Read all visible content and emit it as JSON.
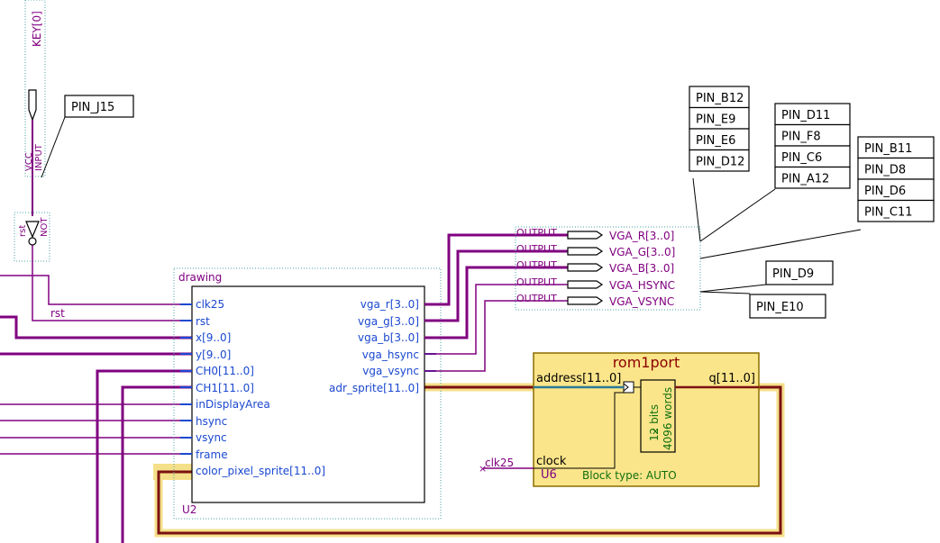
{
  "colors": {
    "wire": "#800080",
    "bus": "#6a0080",
    "port": "#1a48d0",
    "highlight": "#f5e08a",
    "rom_fill": "#fbe58a",
    "rom_border": "#8b6d00",
    "selected_bus": "#7a1010",
    "dotted": "#4aa0a0"
  },
  "key_input": {
    "name": "KEY[0]",
    "vcc": "VCC",
    "type": "INPUT",
    "pin": "PIN_J15"
  },
  "not_gate": {
    "name": "rst",
    "type": "NOT"
  },
  "wire_labels": {
    "rst": "rst",
    "clk25": "clk25"
  },
  "drawing": {
    "title": "drawing",
    "instance": "U2",
    "inputs": [
      "clk25",
      "rst",
      "x[9..0]",
      "y[9..0]",
      "CH0[11..0]",
      "CH1[11..0]",
      "inDisplayArea",
      "hsync",
      "vsync",
      "frame",
      "color_pixel_sprite[11..0]"
    ],
    "outputs": [
      "vga_r[3..0]",
      "vga_g[3..0]",
      "vga_b[3..0]",
      "vga_hsync",
      "vga_vsync",
      "adr_sprite[11..0]"
    ]
  },
  "outputs": [
    {
      "type": "OUTPUT",
      "name": "VGA_R[3..0]"
    },
    {
      "type": "OUTPUT",
      "name": "VGA_G[3..0]"
    },
    {
      "type": "OUTPUT",
      "name": "VGA_B[3..0]"
    },
    {
      "type": "OUTPUT",
      "name": "VGA_HSYNC"
    },
    {
      "type": "OUTPUT",
      "name": "VGA_VSYNC"
    }
  ],
  "pin_groups": {
    "r": [
      "PIN_B12",
      "PIN_E9",
      "PIN_E6",
      "PIN_D12"
    ],
    "g": [
      "PIN_D11",
      "PIN_F8",
      "PIN_C6",
      "PIN_A12"
    ],
    "b": [
      "PIN_B11",
      "PIN_D8",
      "PIN_D6",
      "PIN_C11"
    ],
    "hsync": "PIN_D9",
    "vsync": "PIN_E10"
  },
  "rom": {
    "title": "rom1port",
    "instance": "U6",
    "address": "address[11..0]",
    "q": "q[11..0]",
    "clock": "clock",
    "bits": "12 bits",
    "words": "4096 words",
    "block_type": "Block type: AUTO"
  }
}
